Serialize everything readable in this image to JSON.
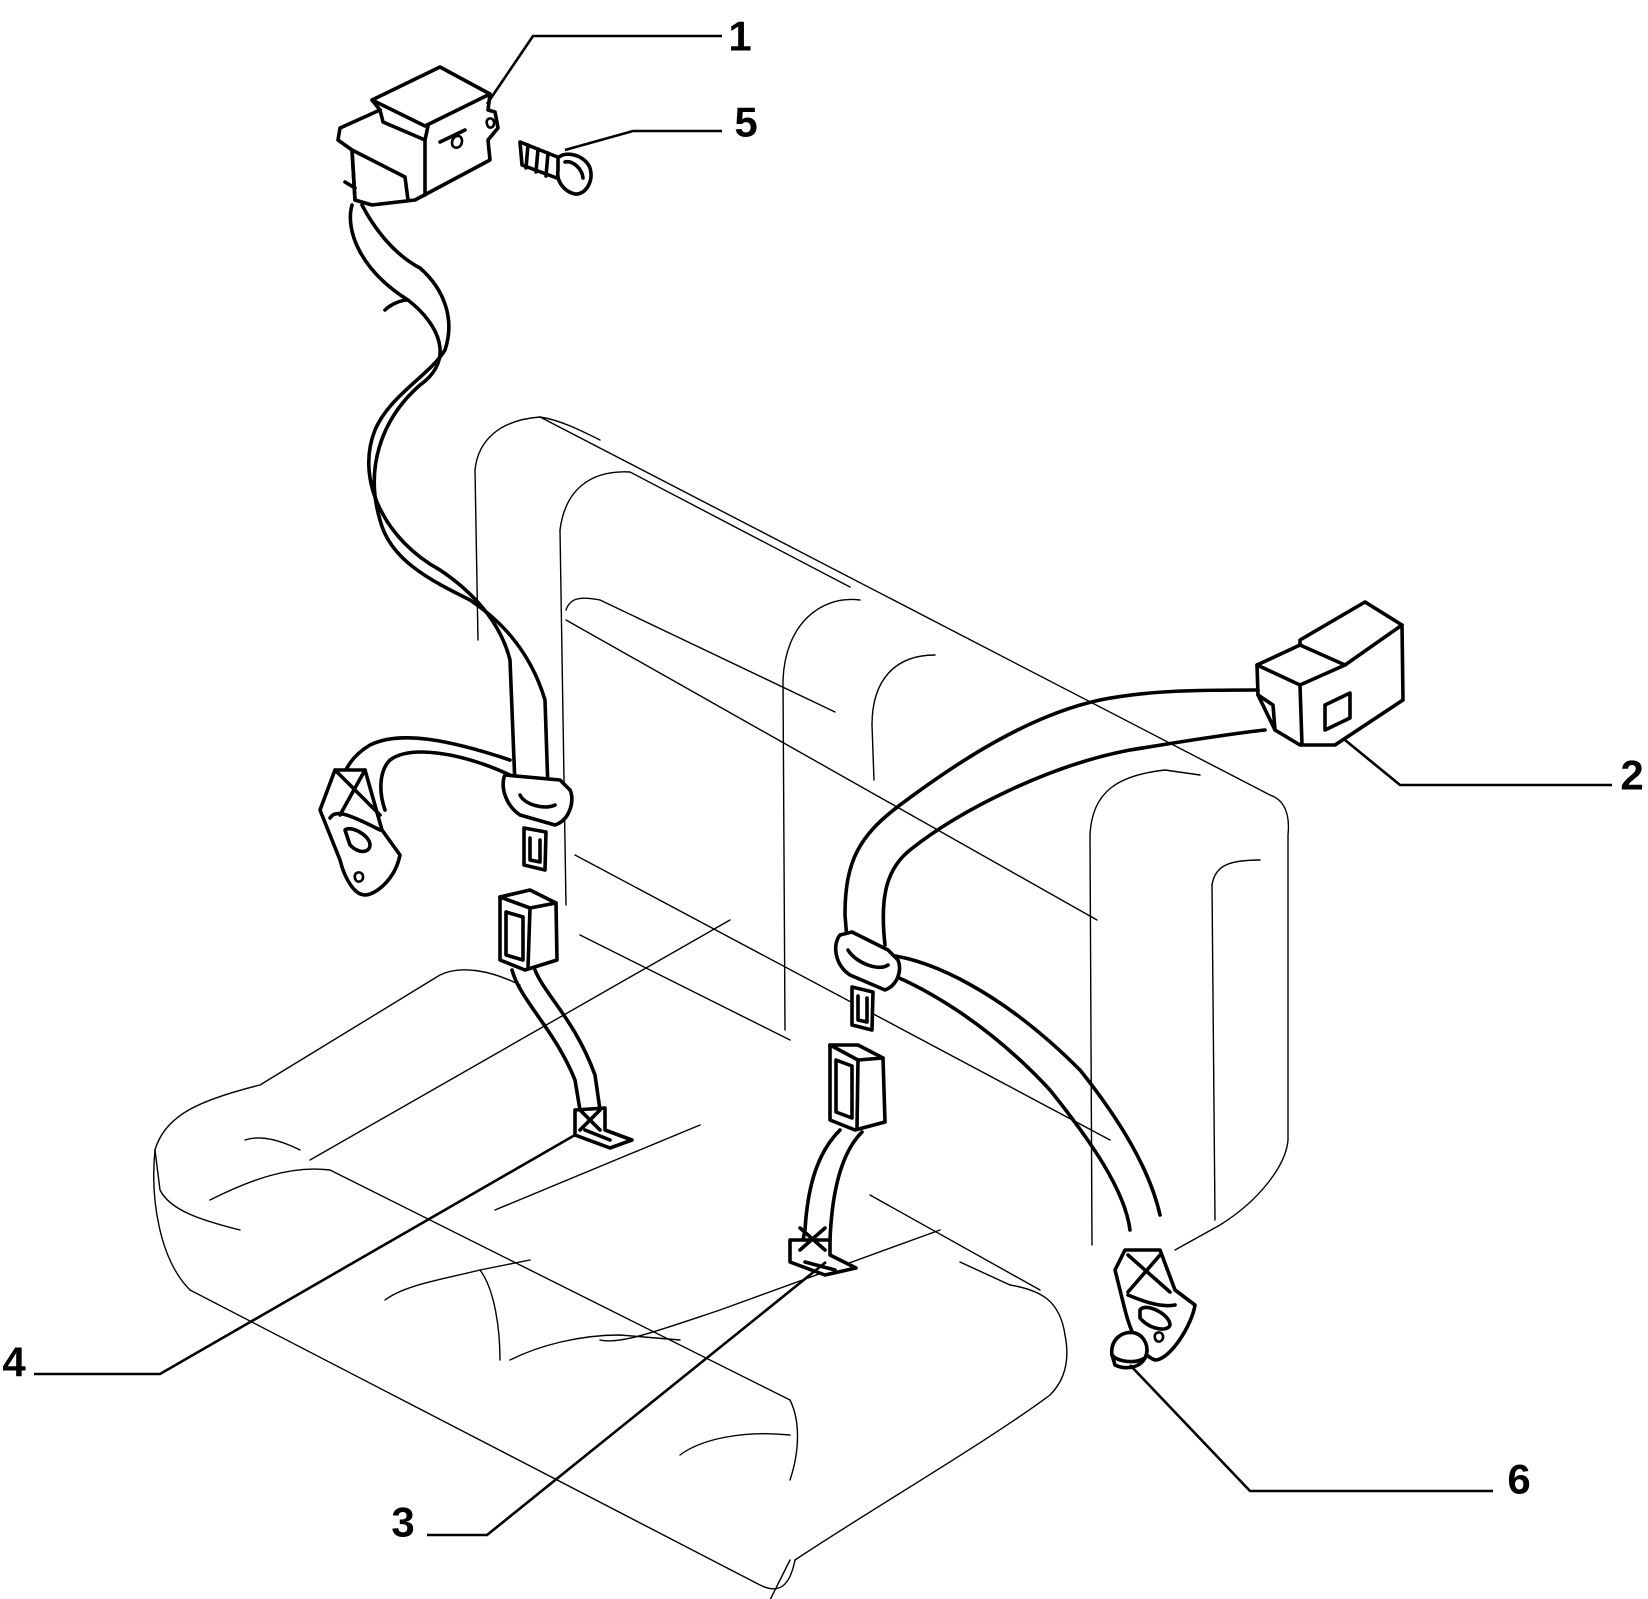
{
  "callouts": [
    {
      "id": "c1",
      "text": "1"
    },
    {
      "id": "c2",
      "text": "2"
    },
    {
      "id": "c3",
      "text": "3"
    },
    {
      "id": "c4",
      "text": "4"
    },
    {
      "id": "c5",
      "text": "5"
    },
    {
      "id": "c6",
      "text": "6"
    }
  ]
}
